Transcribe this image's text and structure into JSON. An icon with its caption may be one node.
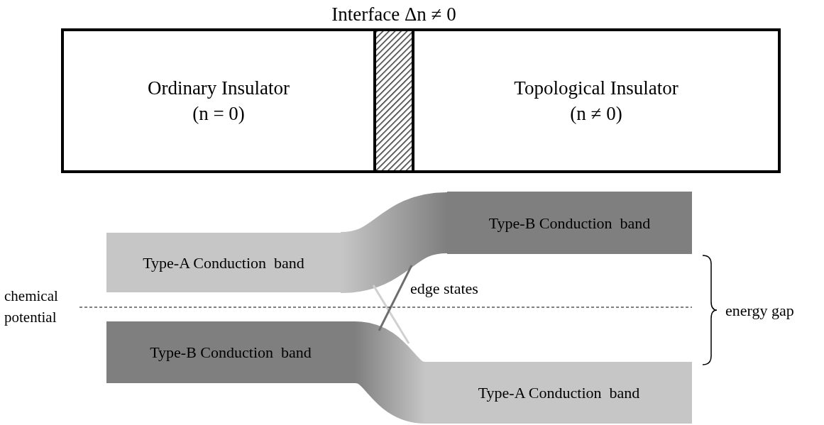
{
  "diagram": {
    "title": "Interface Δn ≠ 0",
    "nodes": [
      {
        "text": [
          "Ordinary Insulator",
          "(n = 0)"
        ]
      },
      {
        "text": [],
        "shape": "box"
      },
      {
        "text": [
          "Topological Insulator",
          "(n ≠ 0)"
        ]
      },
      {
        "text": [
          "Type-A Conduction  band"
        ]
      },
      {
        "text": [
          "Type-B Conduction  band"
        ]
      },
      {
        "text": [
          "Type-B Conduction  band"
        ]
      },
      {
        "text": [
          "Type-A Conduction  band"
        ]
      }
    ],
    "edges": [
      {
        "from": 3,
        "to": 4,
        "arrow": "none",
        "style": "thick"
      },
      {
        "from": 5,
        "to": 6,
        "arrow": "none",
        "style": "thick"
      }
    ],
    "labels": [
      "chemical potential",
      "edge states",
      "energy gap"
    ]
  }
}
